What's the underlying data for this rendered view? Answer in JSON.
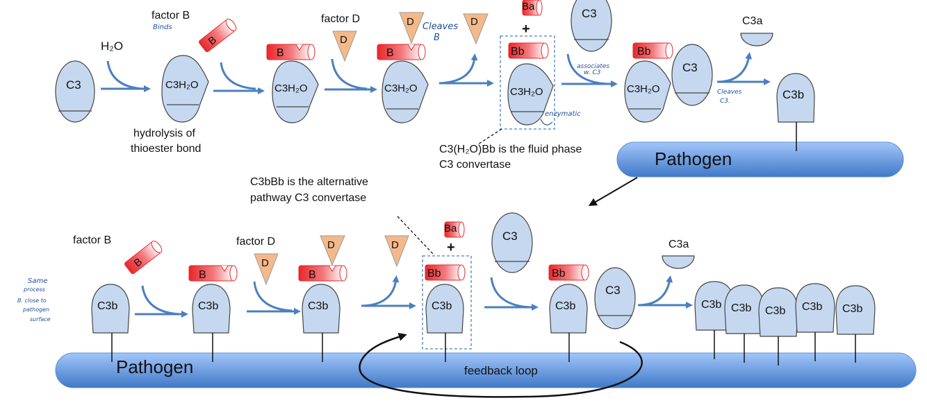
{
  "title": "Alternative complement pathway – C3 convertase formation",
  "colors": {
    "protein_fill": "#c5d8f0",
    "protein_stroke": "#444444",
    "factor_b": "#e8262b",
    "factor_d": "#f4b98a",
    "arrow": "#4a7fc1",
    "pathogen_top": "#9dc2f7",
    "pathogen_bottom": "#4a82cc",
    "handwriting": "#1f4e9c",
    "dashed_box": "#4a7fc1"
  },
  "top_row": {
    "labels": {
      "h2o": "H₂O",
      "factor_b": "factor B",
      "factor_b_note": "Binds",
      "factor_d": "factor D",
      "cleaves_note_1": "Cleaves",
      "cleaves_note_2": "B",
      "hydrolysis_1": "hydrolysis of",
      "hydrolysis_2": "thioester bond",
      "associates_1": "associates",
      "associates_2": "w. C3",
      "enzymatic": "enzymatic",
      "cleaves_c3_1": "Cleaves",
      "cleaves_c3_2": "C3.",
      "fluid_phase_1": "C3(H₂O)Bb is the fluid phase",
      "fluid_phase_2": "C3 convertase",
      "plus": "+",
      "c3a": "C3a",
      "pathogen": "Pathogen"
    },
    "proteins": {
      "c3": "C3",
      "c3h2o": "C3H₂O",
      "b": "B",
      "bb": "Bb",
      "ba": "Ba",
      "d": "D",
      "c3b": "C3b"
    }
  },
  "bottom_row": {
    "labels": {
      "factor_b": "factor B",
      "factor_d": "factor D",
      "alt_convertase_1": "C3bBb is the alternative",
      "alt_convertase_2": "pathway C3 convertase",
      "note_1": "Same",
      "note_2": "process",
      "note_3": "B. close to",
      "note_4": "pathogen",
      "note_5": "surface",
      "plus": "+",
      "c3a": "C3a",
      "pathogen": "Pathogen",
      "feedback": "feedback loop"
    },
    "proteins": {
      "c3": "C3",
      "c3b": "C3b",
      "b": "B",
      "bb": "Bb",
      "ba": "Ba",
      "d": "D"
    },
    "c3b_cluster": [
      "C3b",
      "C3b",
      "C3b",
      "C3b",
      "C3b"
    ]
  }
}
